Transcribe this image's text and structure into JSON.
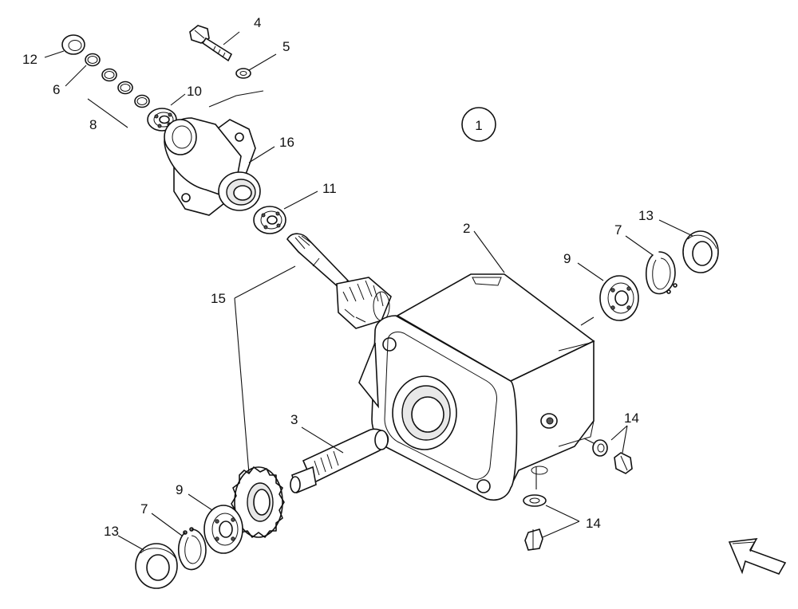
{
  "diagram_id": "1",
  "labels": {
    "l2": "2",
    "l3": "3",
    "l4": "4",
    "l5": "5",
    "l6": "6",
    "l7a": "7",
    "l7b": "7",
    "l8": "8",
    "l9a": "9",
    "l9b": "9",
    "l10": "10",
    "l11": "11",
    "l12": "12",
    "l13a": "13",
    "l13b": "13",
    "l14a": "14",
    "l14b": "14",
    "l15": "15",
    "l16": "16"
  }
}
